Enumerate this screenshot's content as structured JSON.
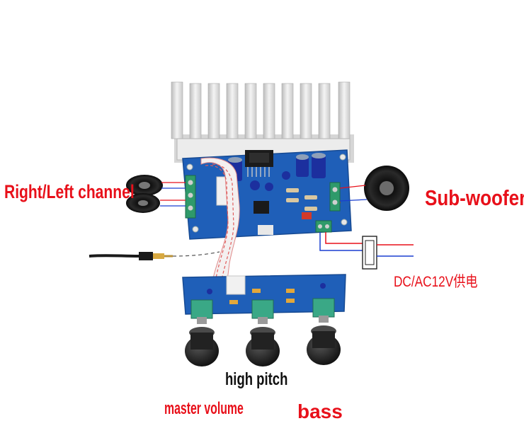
{
  "labels": {
    "right_left_channel": "Right/Left  channel",
    "sub_woofer": "Sub-woofer",
    "power": "DC/AC12V供电",
    "high_pitch": "high  pitch",
    "master_volume": "master volume",
    "bass": "bass"
  },
  "colors": {
    "label_red": "#e8101a",
    "label_black": "#111111",
    "pcb_blue": "#1f5fb8",
    "heatsink": "#e4e4e4",
    "wire_red": "#e8101a",
    "wire_blue": "#1a3fd0",
    "capacitor_blue": "#1c2f9e",
    "knob_black": "#1a1a1a"
  },
  "icons": [
    "speaker-icon",
    "audio-jack-icon",
    "power-connector-icon",
    "potentiometer-knob-icon"
  ]
}
